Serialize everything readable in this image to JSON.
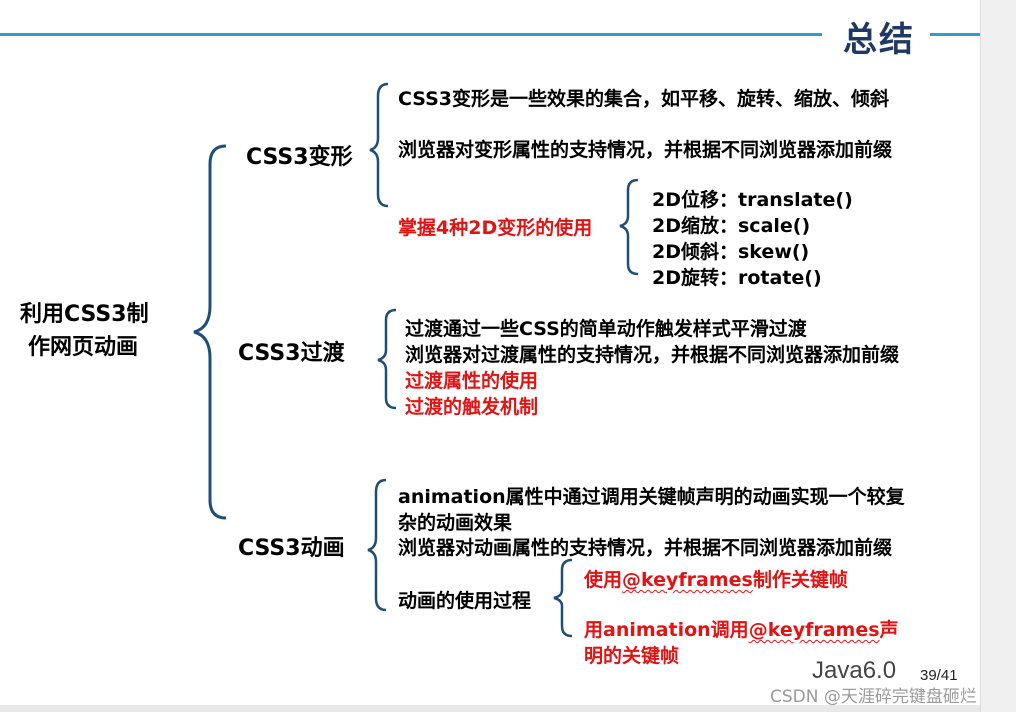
{
  "slide": {
    "title": "总结",
    "root_line1": "利用CSS3制",
    "root_line2": "作网页动画",
    "sections": {
      "transform": {
        "label": "CSS3变形",
        "item1": "CSS3变形是一些效果的集合，如平移、旋转、缩放、倾斜",
        "item2": "浏览器对变形属性的支持情况，并根据不同浏览器添加前缀",
        "item3": "掌握4种2D变形的使用",
        "sub": [
          "2D位移：translate()",
          "2D缩放：scale()",
          "2D倾斜：skew()",
          "2D旋转：rotate()"
        ]
      },
      "transition": {
        "label": "CSS3过渡",
        "item1": "过渡通过一些CSS的简单动作触发样式平滑过渡",
        "item2": "浏览器对过渡属性的支持情况，并根据不同浏览器添加前缀",
        "item3": "过渡属性的使用",
        "item4": "过渡的触发机制"
      },
      "animation": {
        "label": "CSS3动画",
        "item1_line1": "animation属性中通过调用关键帧声明的动画实现一个较复",
        "item1_line2": "杂的动画效果",
        "item2": "浏览器对动画属性的支持情况，并根据不同浏览器添加前缀",
        "item3": "动画的使用过程",
        "sub1_pre": "使用",
        "sub1_kw": "@keyframes",
        "sub1_post": "制作关键帧",
        "sub2_pre": "用",
        "sub2_kw": "animation",
        "sub2_mid": "调用",
        "sub2_kw2": "@keyframes",
        "sub2_post": "声",
        "sub2_line2": "明的关键帧"
      }
    },
    "footer_text": "Java6.0",
    "page_number": "39/41",
    "watermark": "CSDN @天涯碎完键盘砸烂"
  },
  "colors": {
    "accent_rule": "#2e9bd2",
    "title": "#1f3864",
    "brace": "#1f4e79",
    "highlight": "#e31313"
  }
}
